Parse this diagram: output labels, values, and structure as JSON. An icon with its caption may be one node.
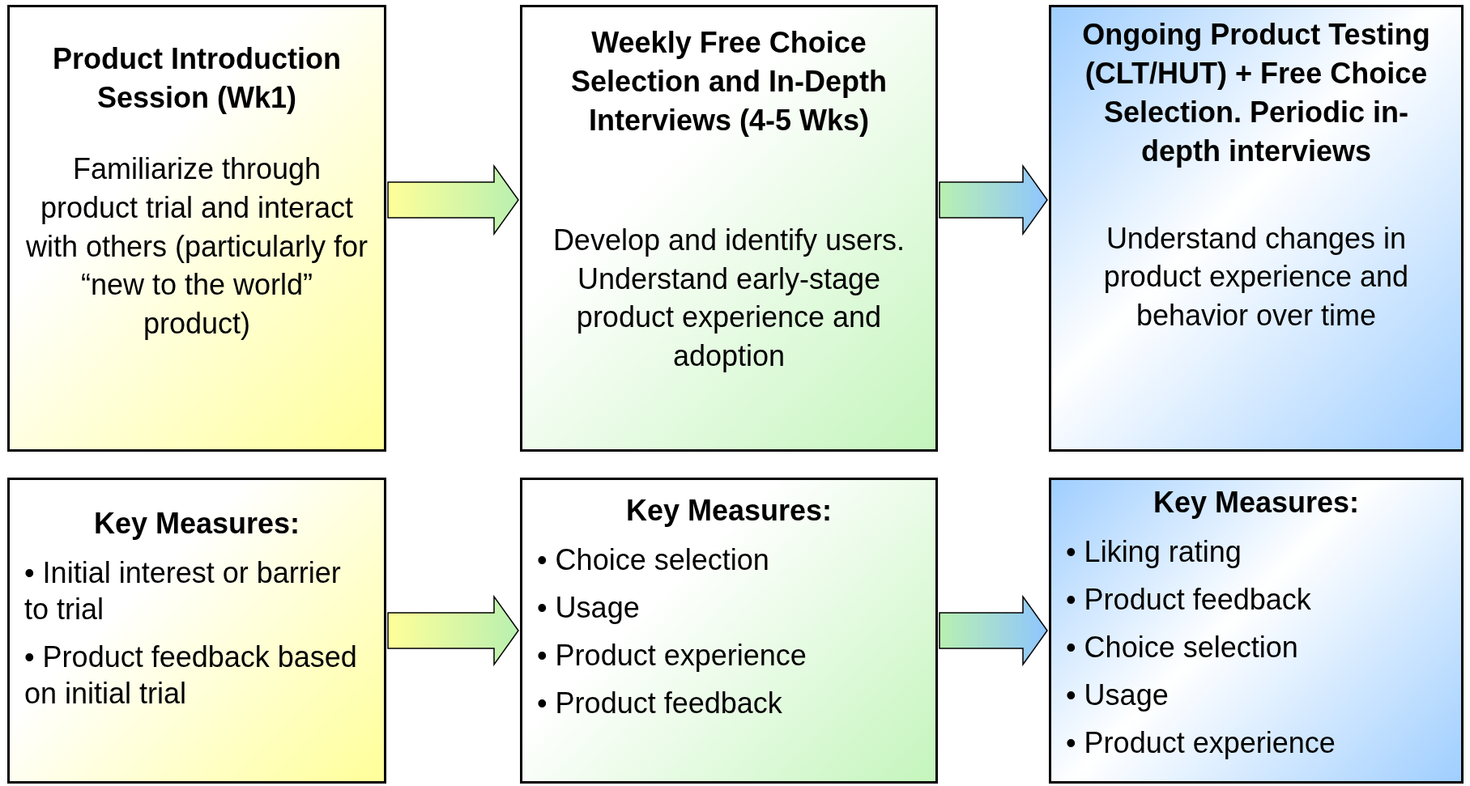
{
  "diagram": {
    "nodes": [
      {
        "text": [
          "Product Introduction Session (Wk1)",
          "Familiarize through product trial and interact with others (particularly for “new to the world” product)"
        ]
      },
      {
        "text": [
          "Weekly Free Choice Selection and In-Depth Interviews (4-5 Wks)",
          "Develop and identify users. Understand early-stage product experience and adoption"
        ]
      },
      {
        "text": [
          "Ongoing Product Testing (CLT/HUT) + Free Choice Selection. Periodic in-depth interviews",
          "Understand changes in product experience and behavior over time"
        ]
      },
      {
        "text": [
          "Key Measures:",
          "• Initial interest or barrier to trial",
          "• Product feedback based on initial trial"
        ]
      },
      {
        "text": [
          "Key Measures:",
          "• Choice selection",
          "• Usage",
          "• Product experience",
          "• Product feedback"
        ]
      },
      {
        "text": [
          "Key Measures:",
          "• Liking rating",
          "• Product feedback",
          "• Choice selection",
          "• Usage",
          "• Product experience"
        ]
      }
    ],
    "edges": [
      {
        "from": 0,
        "to": 1,
        "arrow": "to"
      },
      {
        "from": 1,
        "to": 2,
        "arrow": "to"
      },
      {
        "from": 3,
        "to": 4,
        "arrow": "to"
      },
      {
        "from": 4,
        "to": 5,
        "arrow": "to"
      }
    ]
  }
}
